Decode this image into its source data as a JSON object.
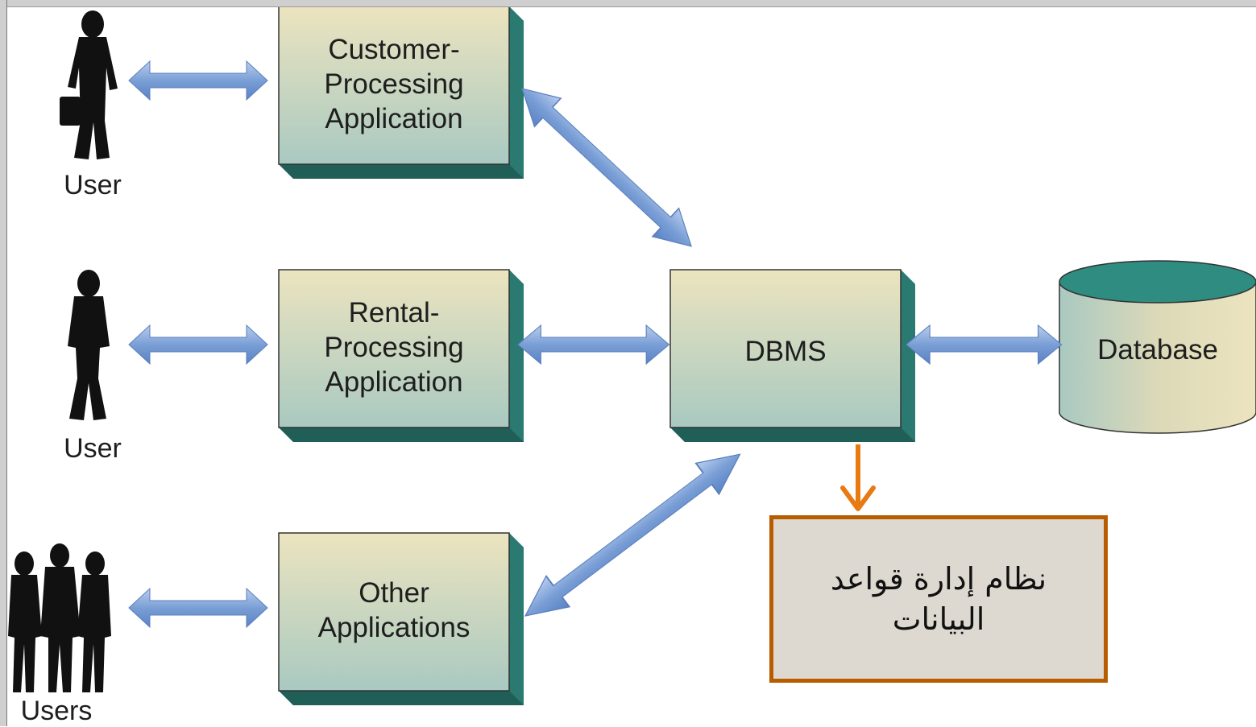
{
  "diagram": {
    "users": [
      {
        "label": "User"
      },
      {
        "label": "User"
      },
      {
        "label": "Users"
      }
    ],
    "applications": [
      {
        "label": "Customer-\nProcessing\nApplication"
      },
      {
        "label": "Rental-\nProcessing\nApplication"
      },
      {
        "label": "Other\nApplications"
      }
    ],
    "dbms": {
      "label": "DBMS"
    },
    "database": {
      "label": "Database"
    },
    "note": {
      "text": "نظام إدارة قواعد البيانات"
    },
    "colors": {
      "box_face_top": "#ece4bf",
      "box_face_bottom": "#a9c9c1",
      "box_side": "#2b7a72",
      "arrow_fill": "#7a9fd6",
      "note_border": "#b85c00",
      "note_bg": "#ded9d0",
      "note_arrow": "#e87a12",
      "database_top": "#2e8c80"
    }
  }
}
